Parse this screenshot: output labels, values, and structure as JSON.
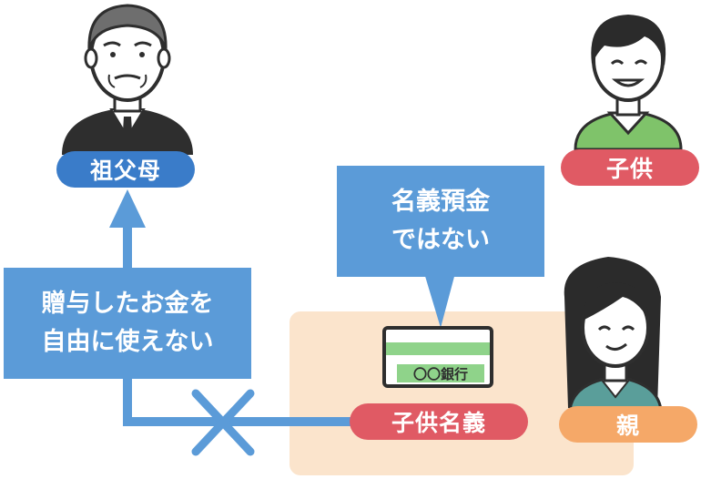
{
  "people": {
    "grandparent": {
      "label": "祖父母",
      "label_color": "#3a7cc9"
    },
    "child": {
      "label": "子供",
      "label_color": "#e05a64"
    },
    "parent": {
      "label": "親",
      "label_color": "#f5a868"
    }
  },
  "callouts": {
    "gift": {
      "lines": [
        "贈与したお金を",
        "自由に使えない"
      ],
      "color": "#5b9bd8"
    },
    "nominee": {
      "lines": [
        "名義預金",
        "ではない"
      ],
      "color": "#5b9bd8"
    }
  },
  "bankbook": {
    "label": "〇〇銀行",
    "stripe_color": "#8fd38a"
  },
  "account_label": {
    "text": "子供名義",
    "color": "#e05a64"
  },
  "colors": {
    "arrow": "#5b9bd8",
    "cross": "#5b9bd8",
    "area": "#fbe4cc",
    "suit": "#2e2e2e",
    "hair": "#2b2b2b",
    "skin": "#ffffff",
    "child_shirt": "#7fc36a",
    "parent_shirt": "#5a9e9a"
  }
}
